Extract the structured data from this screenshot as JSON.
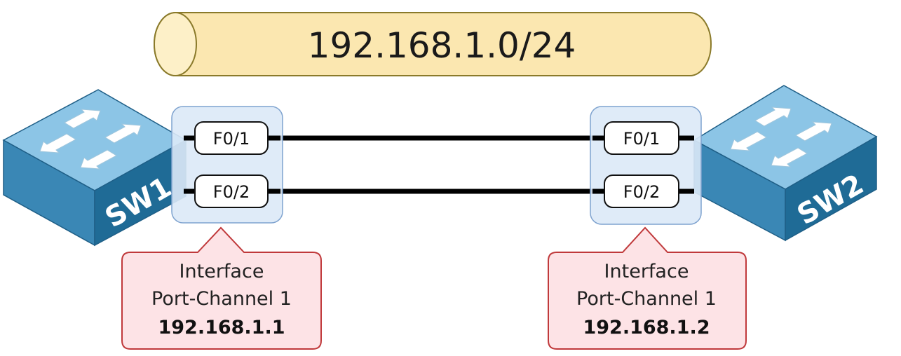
{
  "subnet": {
    "label": "192.168.1.0/24"
  },
  "switches": [
    {
      "name": "SW1",
      "ports": [
        "F0/1",
        "F0/2"
      ],
      "callout": {
        "line1": "Interface",
        "line2": "Port-Channel 1",
        "ip": "192.168.1.1"
      }
    },
    {
      "name": "SW2",
      "ports": [
        "F0/1",
        "F0/2"
      ],
      "callout": {
        "line1": "Interface",
        "line2": "Port-Channel 1",
        "ip": "192.168.1.2"
      }
    }
  ],
  "colors": {
    "subnet_fill": "#fbe7b0",
    "subnet_stroke": "#8a7a2a",
    "switch_top": "#8cc5e6",
    "switch_front": "#3a87b5",
    "switch_side": "#1f5f87",
    "bundle_fill": "#dbe9f7",
    "bundle_stroke": "#7fa3cf",
    "callout_fill": "#fde3e6",
    "callout_stroke": "#c0393b",
    "link": "#000000"
  }
}
